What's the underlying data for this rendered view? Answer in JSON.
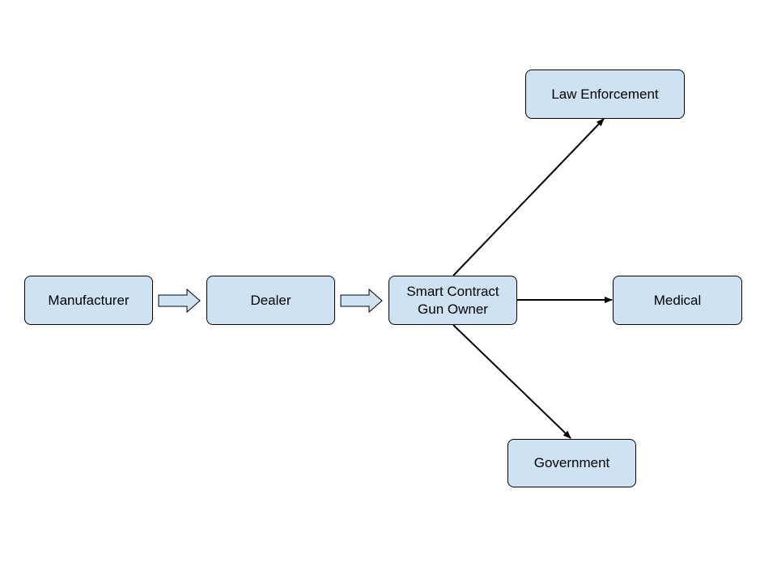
{
  "colors": {
    "node_fill": "#cfe2f3",
    "stroke": "#000000",
    "background": "#ffffff"
  },
  "nodes": {
    "manufacturer": {
      "label": "Manufacturer"
    },
    "dealer": {
      "label": "Dealer"
    },
    "owner": {
      "line1": "Smart Contract",
      "line2": "Gun Owner"
    },
    "law_enforcement": {
      "label": "Law Enforcement"
    },
    "medical": {
      "label": "Medical"
    },
    "government": {
      "label": "Government"
    }
  },
  "edges": [
    {
      "from": "manufacturer",
      "to": "dealer",
      "style": "block-arrow"
    },
    {
      "from": "dealer",
      "to": "owner",
      "style": "block-arrow"
    },
    {
      "from": "owner",
      "to": "law_enforcement",
      "style": "line-arrow"
    },
    {
      "from": "owner",
      "to": "medical",
      "style": "line-arrow"
    },
    {
      "from": "owner",
      "to": "government",
      "style": "line-arrow"
    }
  ]
}
